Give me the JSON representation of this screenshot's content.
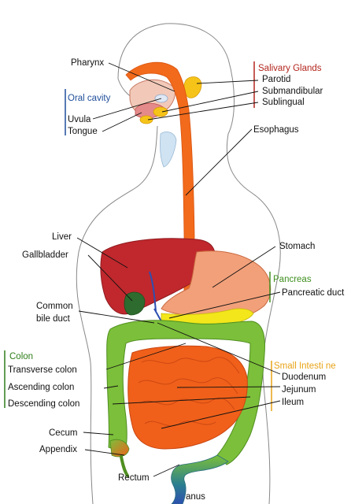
{
  "labels": {
    "pharynx": "Pharynx",
    "oral_cavity": "Oral cavity",
    "uvula": "Uvula",
    "tongue": "Tongue",
    "salivary_glands": "Salivary Glands",
    "parotid": "Parotid",
    "submandibular": "Submandibular",
    "sublingual": "Sublingual",
    "esophagus": "Esophagus",
    "liver": "Liver",
    "gallbladder": "Gallbladder",
    "stomach": "Stomach",
    "pancreas": "Pancreas",
    "pancreatic_duct": "Pancreatic duct",
    "common_bile_duct_1": "Common",
    "common_bile_duct_2": "bile duct",
    "colon": "Colon",
    "transverse_colon": "Transverse colon",
    "ascending_colon": "Ascending colon",
    "descending_colon": "Descending colon",
    "small_intestine": "Small Intesti ne",
    "duodenum": "Duodenum",
    "jejunum": "Jejunum",
    "ileum": "Ileum",
    "cecum": "Cecum",
    "appendix": "Appendix",
    "rectum": "Rectum",
    "anus": "anus"
  },
  "colors": {
    "oral_group": "#1f4e9a",
    "salivary_group": "#b3261e",
    "pancreas_group": "#3f8f1f",
    "colon_group": "#2e7d1a",
    "small_intestine_group": "#e8a317",
    "esophagus": "#f26a1b",
    "liver": "#c0282d",
    "stomach": "#f2a07a",
    "colon": "#7cbf3a",
    "small_intestine": "#f0601a",
    "pancreas": "#f3e61a",
    "gallbladder": "#2e6b2e",
    "salivary": "#f6c418"
  }
}
